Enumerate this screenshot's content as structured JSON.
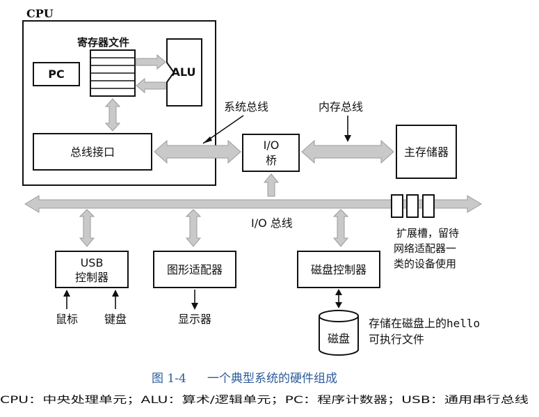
{
  "cpu": {
    "title": "CPU",
    "register_file": "寄存器文件",
    "pc": "PC",
    "alu": "ALU",
    "bus_interface": "总线接口"
  },
  "buses": {
    "system_bus": "系统总线",
    "memory_bus": "内存总线",
    "io_bus": "I/O 总线"
  },
  "io_bridge": {
    "line1": "I/O",
    "line2": "桥"
  },
  "main_memory": "主存储器",
  "expansion_slots": {
    "line1": "扩展槽，留待",
    "line2": "网络适配器一",
    "line3": "类的设备使用"
  },
  "usb_controller": {
    "line1": "USB",
    "line2": "控制器"
  },
  "graphics_adapter": "图形适配器",
  "disk_controller": "磁盘控制器",
  "mouse": "鼠标",
  "keyboard": "键盘",
  "display": "显示器",
  "disk": "磁盘",
  "disk_note": {
    "prefix_line1": "存储在磁盘上的",
    "mono": "hello",
    "line2": "可执行文件"
  },
  "caption": {
    "fig": "图 1-4",
    "title": "一个典型系统的硬件组成"
  },
  "footnote": "CPU：中央处理单元；ALU：算术/逻辑单元；PC：程序计数器；USB：通用串行总线"
}
